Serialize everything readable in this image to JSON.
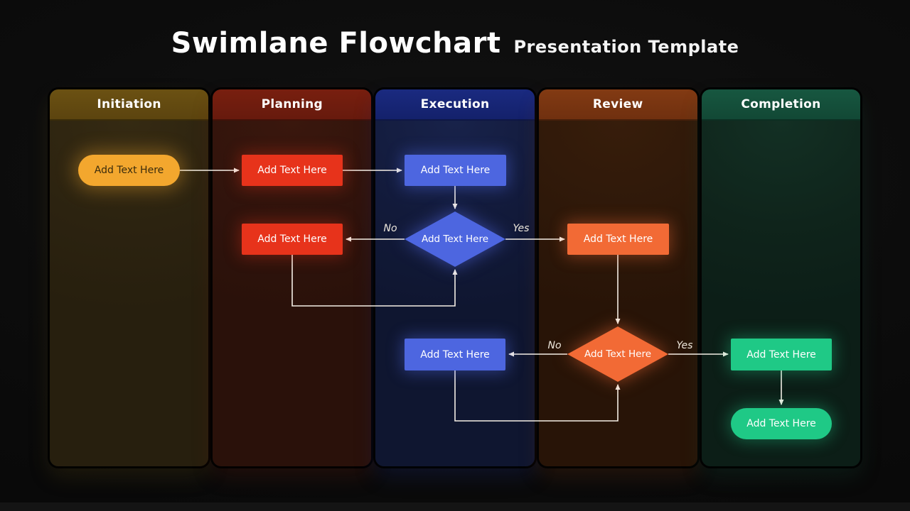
{
  "title": {
    "main": "Swimlane Flowchart",
    "subtitle": "Presentation Template"
  },
  "lanes": [
    {
      "label": "Initiation",
      "header_color": "#6b5112",
      "body_color": "#2c2310"
    },
    {
      "label": "Planning",
      "header_color": "#781f0f",
      "body_color": "#30130c"
    },
    {
      "label": "Execution",
      "header_color": "#1a2a80",
      "body_color": "#121a3a"
    },
    {
      "label": "Review",
      "header_color": "#823a13",
      "body_color": "#2e1809"
    },
    {
      "label": "Completion",
      "header_color": "#175740",
      "body_color": "#0f241b"
    }
  ],
  "nodes": [
    {
      "id": "start-pill",
      "lane": "Initiation",
      "shape": "pill",
      "label": "Add Text Here",
      "color": "#f3a72e"
    },
    {
      "id": "planning-step-1",
      "lane": "Planning",
      "shape": "rect",
      "label": "Add Text Here",
      "color": "#e7331b"
    },
    {
      "id": "execution-step-1",
      "lane": "Execution",
      "shape": "rect",
      "label": "Add Text Here",
      "color": "#4d66e0"
    },
    {
      "id": "execution-decision",
      "lane": "Execution",
      "shape": "diamond",
      "label": "Add Text Here",
      "color": "#5168e6"
    },
    {
      "id": "planning-step-2",
      "lane": "Planning",
      "shape": "rect",
      "label": "Add Text Here",
      "color": "#e7331b"
    },
    {
      "id": "review-step-1",
      "lane": "Review",
      "shape": "rect",
      "label": "Add Text Here",
      "color": "#f26a35"
    },
    {
      "id": "review-decision",
      "lane": "Review",
      "shape": "diamond",
      "label": "Add Text Here",
      "color": "#f26a35"
    },
    {
      "id": "execution-step-2",
      "lane": "Execution",
      "shape": "rect",
      "label": "Add Text Here",
      "color": "#4d66e0"
    },
    {
      "id": "completion-step",
      "lane": "Completion",
      "shape": "rect",
      "label": "Add Text Here",
      "color": "#1fc986"
    },
    {
      "id": "end-pill",
      "lane": "Completion",
      "shape": "pill",
      "label": "Add Text Here",
      "color": "#1fc986"
    }
  ],
  "edge_labels": {
    "execution_no": "No",
    "execution_yes": "Yes",
    "review_no": "No",
    "review_yes": "Yes"
  },
  "colors": {
    "background": "#0c0c0c",
    "arrow": "#f5efe6",
    "title_text": "#ffffff",
    "pill_text_dark": "#3b2c0c"
  }
}
